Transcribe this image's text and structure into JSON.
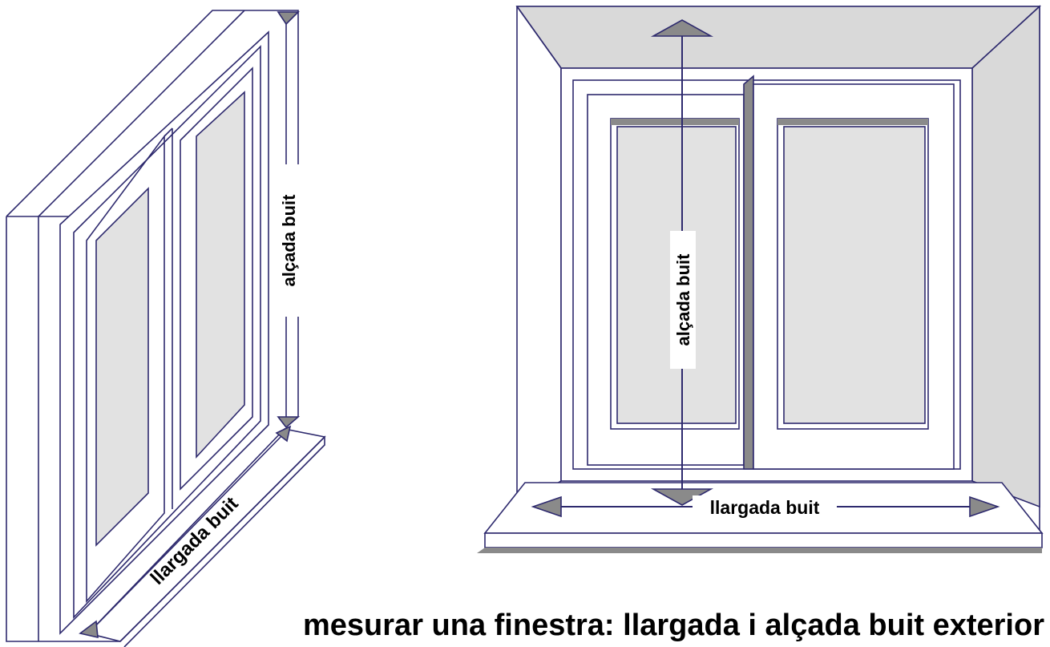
{
  "caption": "mesurar una finestra: llargada i alçada buit exterior",
  "left_view": {
    "height_label": "alçada buit",
    "width_label": "llargada buit"
  },
  "front_view": {
    "height_label": "alçada buit",
    "width_label": "llargada buit"
  },
  "colors": {
    "line": "#2e2a6e",
    "glass": "#e2e2e2",
    "frame_shadow": "#8a8a8a",
    "reveal": "#d9d9d9"
  }
}
